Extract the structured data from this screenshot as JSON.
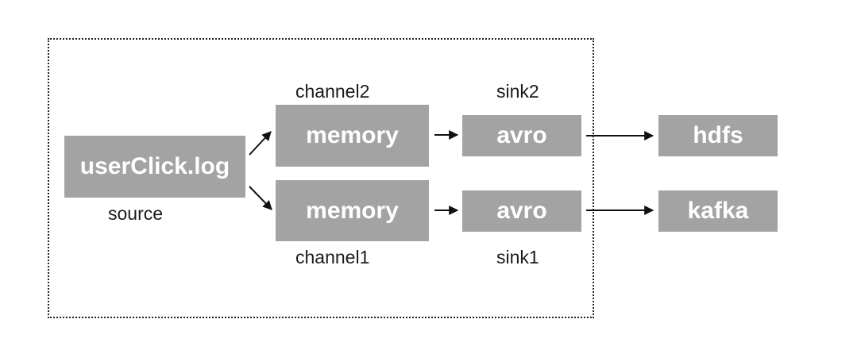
{
  "frame_color": "#222222",
  "box_color": "#a3a3a3",
  "source": {
    "box_label": "userClick.log",
    "caption": "source"
  },
  "channels": [
    {
      "box_label": "memory",
      "caption": "channel2"
    },
    {
      "box_label": "memory",
      "caption": "channel1"
    }
  ],
  "sinks": [
    {
      "box_label": "avro",
      "caption": "sink2"
    },
    {
      "box_label": "avro",
      "caption": "sink1"
    }
  ],
  "destinations": [
    {
      "box_label": "hdfs"
    },
    {
      "box_label": "kafka"
    }
  ]
}
